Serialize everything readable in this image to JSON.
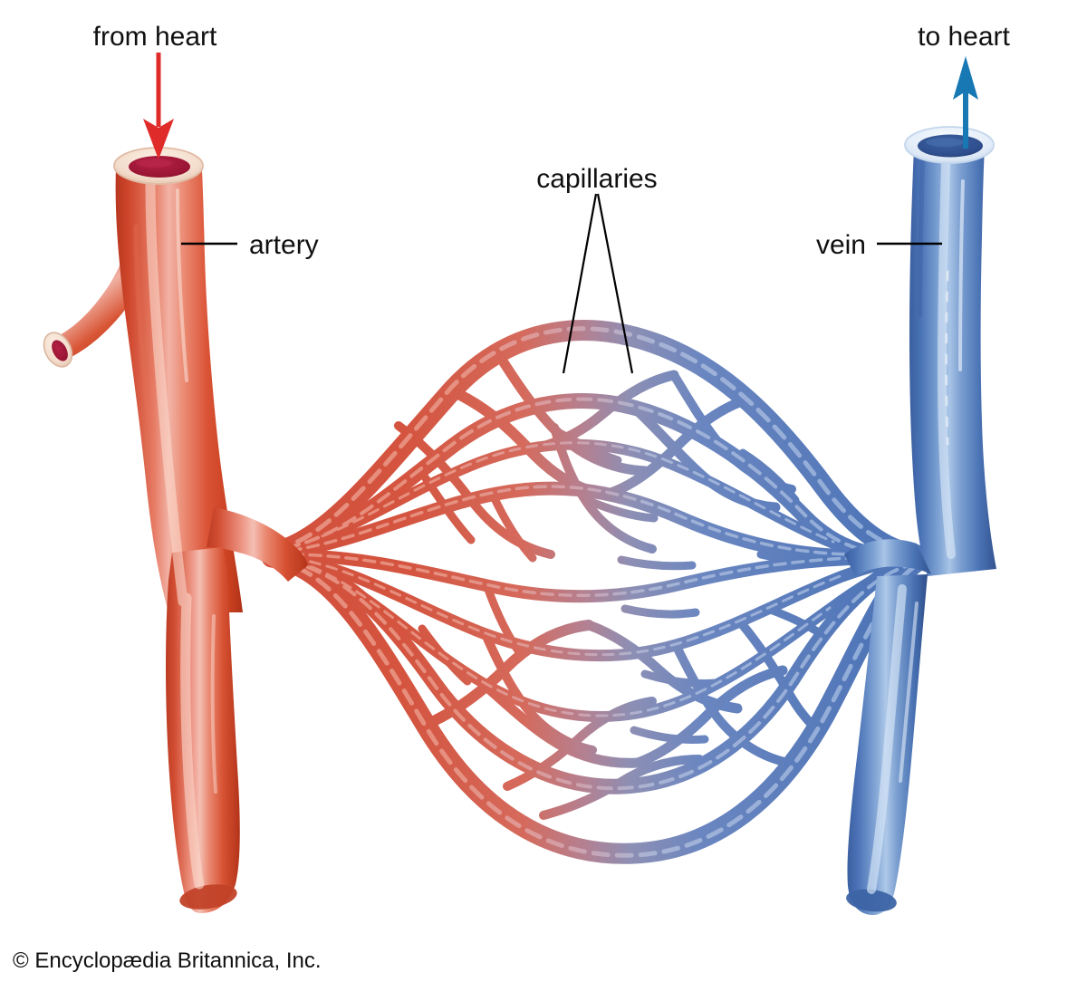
{
  "figure": {
    "title": "Artery, capillary bed, and vein blood-flow diagram",
    "background_color": "#ffffff"
  },
  "labels": {
    "from_heart": "from heart",
    "to_heart": "to heart",
    "artery": "artery",
    "vein": "vein",
    "capillaries": "capillaries"
  },
  "credit": {
    "text": "© Encyclopædia Britannica, Inc."
  },
  "colors": {
    "artery_red": "#D8482F",
    "artery_red_light": "#E9836E",
    "artery_red_mid": "#DC5C43",
    "artery_pink_highlight": "#F0AFA2",
    "artery_lumen": "#9B1535",
    "artery_wall_rim": "#F6E2D4",
    "vein_blue": "#4E7DC0",
    "vein_blue_light": "#8FB2DC",
    "vein_blue_dark": "#3A63A4",
    "vein_lumen": "#2F4F8F",
    "vein_wall_rim": "#DCE8F6",
    "capillary_red": "#D2503C",
    "capillary_blue": "#5C80BC",
    "arrow_red": "#E02B2B",
    "arrow_blue": "#1878B4",
    "leader_line": "#000000",
    "text": "#101010"
  },
  "arrows": {
    "from_heart": {
      "direction": "down",
      "color": "#E02B2B",
      "meaning": "oxygenated blood entering the artery from the heart"
    },
    "to_heart": {
      "direction": "up",
      "color": "#1878B4",
      "meaning": "deoxygenated blood returning to the heart via the vein"
    }
  },
  "structures": [
    {
      "name": "artery",
      "side": "left",
      "color": "#D8482F",
      "has_side_branch": true,
      "has_cut_open_end": true
    },
    {
      "name": "capillary-bed",
      "side": "center",
      "gradient_from": "#D2503C",
      "gradient_to": "#5C80BC"
    },
    {
      "name": "vein",
      "side": "right",
      "color": "#4E7DC0",
      "has_side_branch": false,
      "has_cut_open_end": true
    }
  ]
}
